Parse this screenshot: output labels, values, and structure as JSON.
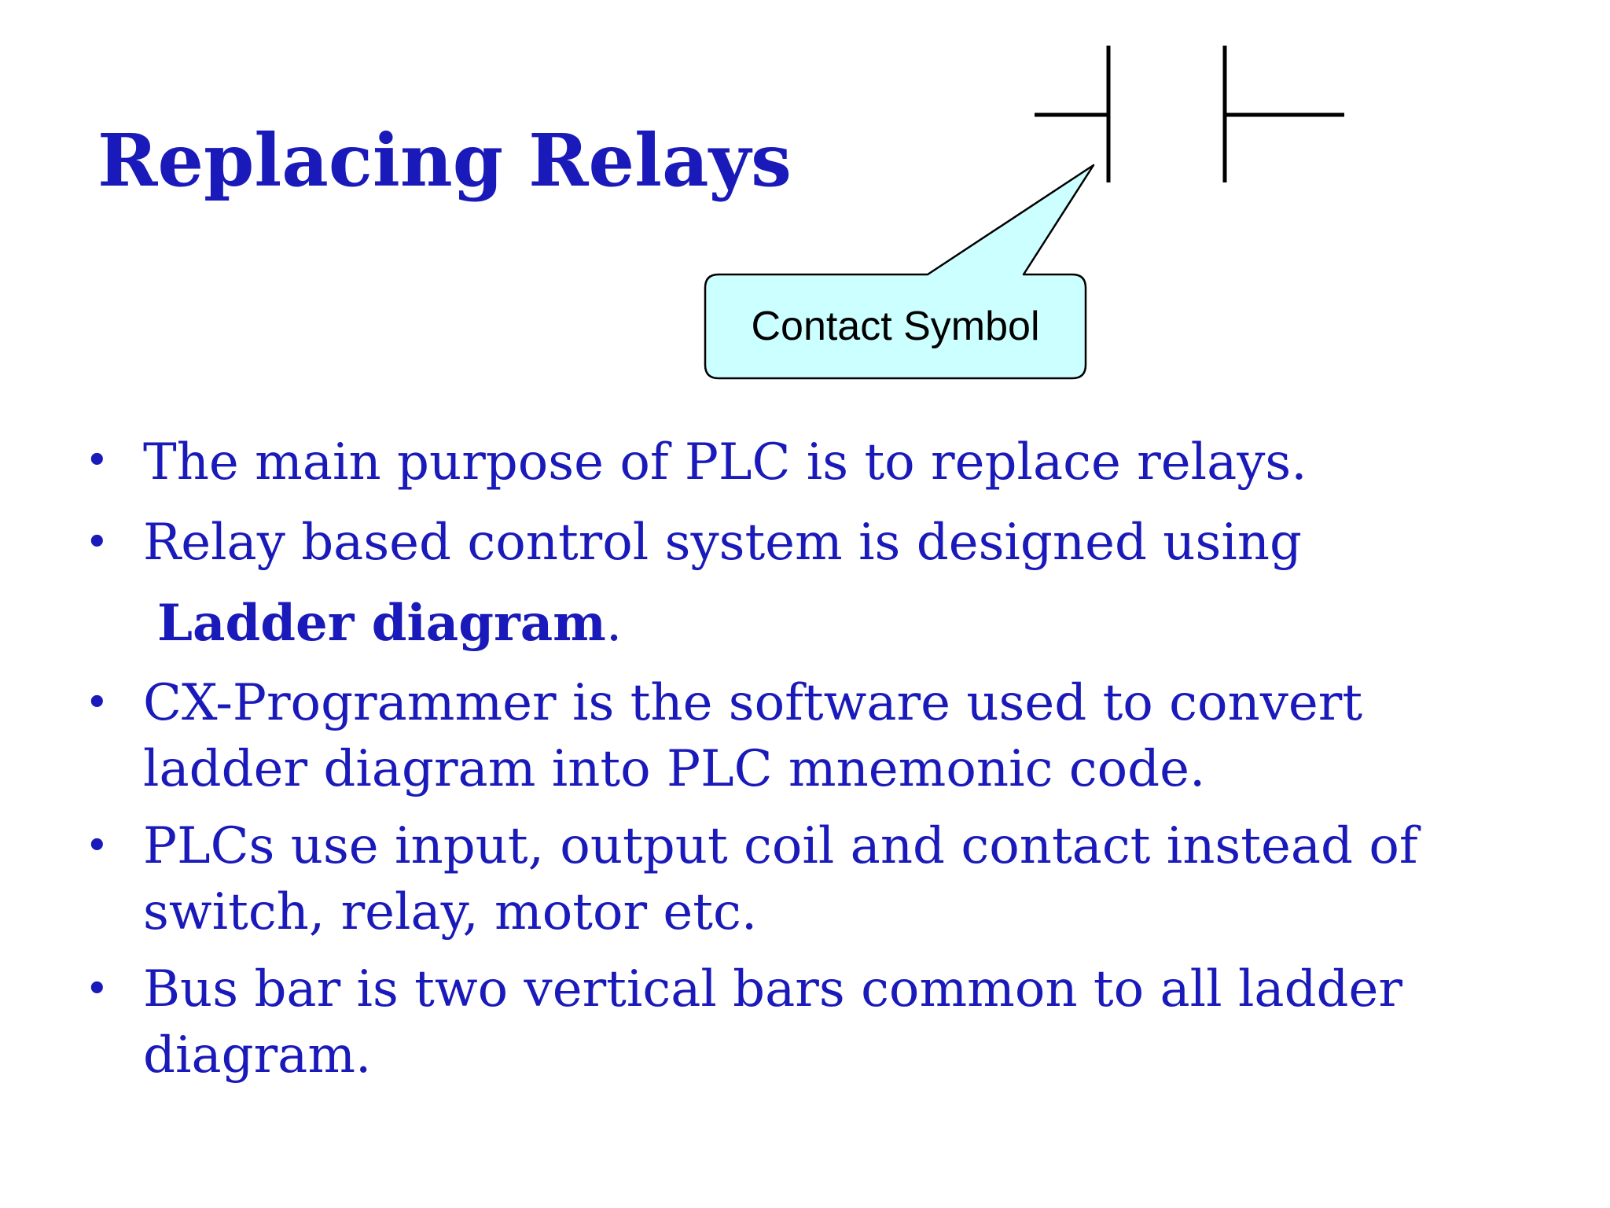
{
  "slide": {
    "title": "Replacing Relays",
    "callout": "Contact Symbol",
    "bullets": [
      {
        "line1": "The main purpose of PLC is to replace relays."
      },
      {
        "line1": "Relay based control system is designed using",
        "bold": "Ladder diagram",
        "bold_suffix": "."
      },
      {
        "line1": "CX-Programmer is the software used to convert",
        "line2": "ladder diagram into PLC mnemonic code."
      },
      {
        "line1": "PLCs use input, output coil and contact instead of",
        "line2": "switch, relay, motor etc."
      },
      {
        "line1": "Bus bar is two vertical bars common to all ladder",
        "line2": "diagram."
      }
    ]
  },
  "colors": {
    "text": "#1a1aba",
    "callout_fill": "#ccffff",
    "symbol": "#000000"
  }
}
